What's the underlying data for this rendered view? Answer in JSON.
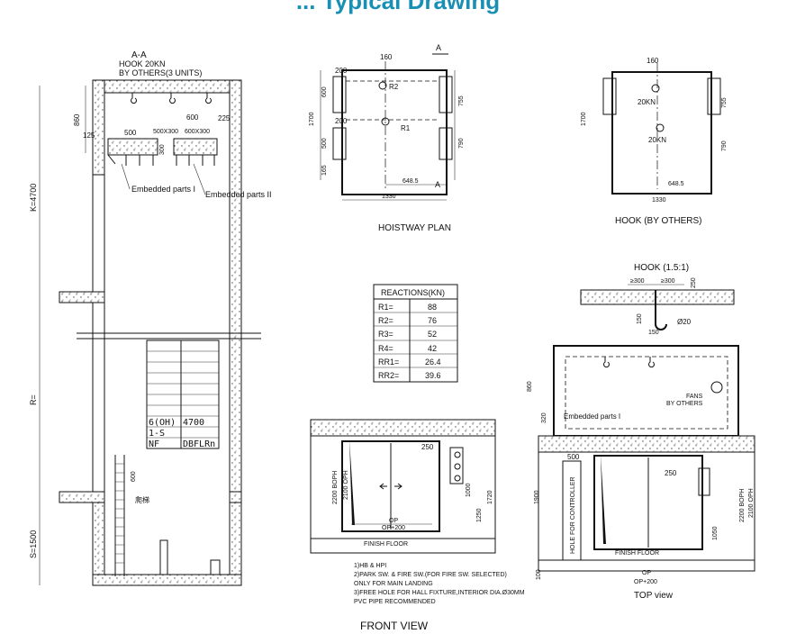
{
  "header_partial": "... Typical Drawing",
  "section_aa": {
    "title": "A-A",
    "hook_note_1": "HOOK  20KN",
    "hook_note_2": "BY OTHERS(3 UNITS)",
    "dim_860": "860",
    "dim_125": "125",
    "dim_500": "500",
    "dim_500x300": "500X300",
    "dim_600": "600",
    "dim_600x300": "600X300",
    "dim_225": "225",
    "dim_300": "300",
    "embedded_1": "Embedded parts I",
    "embedded_2": "Embedded parts II",
    "k_label": "K=4700",
    "r_label": "R=",
    "s_label": "S=1500",
    "ladder_label": "爬梯",
    "dim_ladder": "600",
    "floor_table": [
      [
        "6(OH)",
        "4700"
      ],
      [
        "1-S",
        ""
      ],
      [
        "NF",
        "DBFLRn"
      ]
    ]
  },
  "hoistway_plan": {
    "title": "HOISTWAY PLAN",
    "section_mark": "A",
    "dim_top": "160",
    "dim_200a": "200",
    "dim_200b": "200",
    "dim_600": "600",
    "dim_500": "500",
    "dim_1700": "1700",
    "dim_165": "165",
    "dim_755": "755",
    "dim_790": "790",
    "dim_6485": "648.5",
    "dim_1330": "1330",
    "r1": "R1",
    "r2": "R2"
  },
  "hook_plan": {
    "title": "HOOK (BY OTHERS)",
    "dim_160": "160",
    "dim_1700": "1700",
    "dim_755": "755",
    "dim_790": "790",
    "dim_6485": "648.5",
    "dim_1330": "1330",
    "hook_a": "20KN",
    "hook_b": "20KN"
  },
  "reactions": {
    "title": "REACTIONS(KN)",
    "rows": [
      [
        "R1=",
        "88"
      ],
      [
        "R2=",
        "76"
      ],
      [
        "R3=",
        "52"
      ],
      [
        "R4=",
        "42"
      ],
      [
        "RR1=",
        "26.4"
      ],
      [
        "RR2=",
        "39.6"
      ]
    ]
  },
  "hook_detail": {
    "title": "HOOK  (1.5:1)",
    "dim_a": "≥300",
    "dim_b": "≥300",
    "dim_250": "250",
    "dim_150a": "150",
    "dim_150b": "150",
    "dia": "Ø20"
  },
  "front_view": {
    "title": "FRONT VIEW",
    "dim_250": "250",
    "dim_2200": "2200 BOPH",
    "dim_2100": "2100  OPH",
    "dim_op": "OP",
    "dim_op200": "OP+200",
    "dim_1000": "1000",
    "dim_1250": "1250",
    "dim_1720": "1720",
    "finish_floor": "FINISH FLOOR",
    "notes": [
      "1)HB & HPI",
      "2)PARK SW. & FIRE SW.(FOR FIRE SW. SELECTED)",
      "ONLY FOR MAIN LANDING",
      "3)FREE HOLE FOR HALL FIXTURE,INTERIOR DIA.Ø30MM",
      "PVC PIPE RECOMMENDED"
    ]
  },
  "top_view": {
    "title": "TOP view",
    "dim_860": "860",
    "dim_320": "320",
    "fans": "FANS",
    "fans_by": "BY OTHERS",
    "embedded": "Embedded parts I",
    "dim_500": "500",
    "dim_250": "250",
    "dim_1900": "1900",
    "controller": "HOLE FOR CONTROLLER",
    "dim_2200": "2200  BOPH",
    "dim_2100": "2100  OPH",
    "dim_1050": "1050",
    "finish_floor": "FINISH FLOOR",
    "dim_op": "OP",
    "dim_op200": "OP+200",
    "dim_100": "100"
  }
}
